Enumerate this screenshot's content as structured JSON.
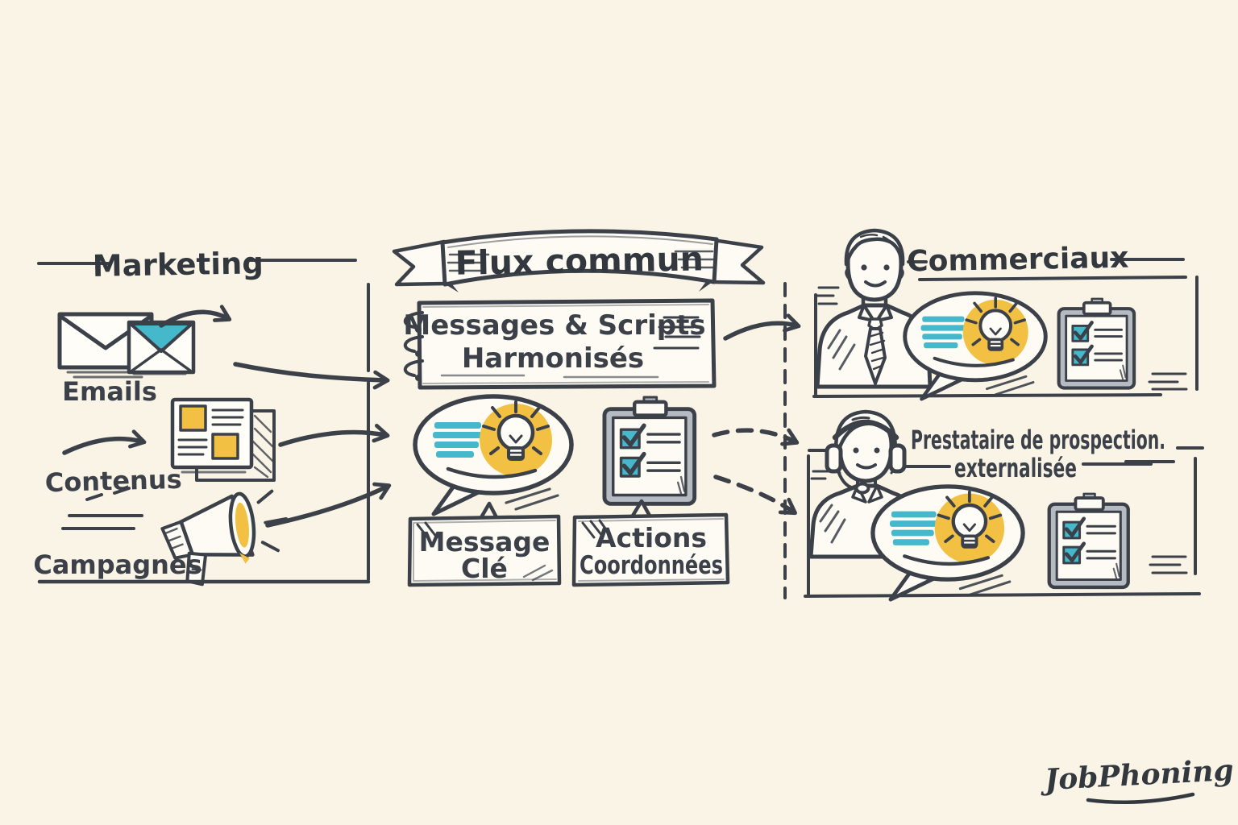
{
  "colors": {
    "background": "#faf4e6",
    "ink": "#3b4049",
    "teal": "#45b8cc",
    "yellow": "#f2c043",
    "clipboard_gray": "#b6bac1",
    "paper": "#fdfbf3"
  },
  "marketing": {
    "title": "Marketing",
    "items": [
      {
        "label": "Emails",
        "icon": "envelopes-icon"
      },
      {
        "label": "Contenus",
        "icon": "content-pages-icon"
      },
      {
        "label": "Campagnes",
        "icon": "megaphone-icon"
      }
    ]
  },
  "flux_commun": {
    "banner_title": "Flux commun",
    "harmonized_messages_box": {
      "line1": "Messages & Scripts",
      "line2": "Harmonisés"
    },
    "key_message_label": {
      "line1": "Message",
      "line2": "Clé"
    },
    "coordinated_actions_label": {
      "line1": "Actions",
      "line2": "Coordonnées"
    }
  },
  "commerciaux": {
    "title": "Commerciaux"
  },
  "prestataire": {
    "title_line1": "Prestataire de prospection.",
    "title_line2": "externalisée"
  },
  "footer": {
    "logo_text": "JobPhoning"
  },
  "icons": [
    "envelopes-icon",
    "content-pages-icon",
    "megaphone-icon",
    "ribbon-banner",
    "spiral-notebook-box",
    "speech-bubble-lightbulb-icon",
    "clipboard-checklist-icon",
    "man-avatar",
    "woman-headset-avatar",
    "solid-arrow",
    "dashed-arrow"
  ]
}
